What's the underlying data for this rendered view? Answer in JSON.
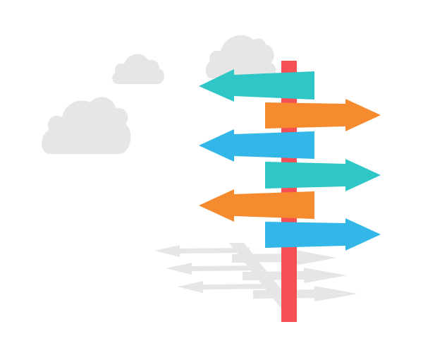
{
  "scene": {
    "subject": "signpost",
    "colors": {
      "background": "#ffffff",
      "cloud": "#e6e6e6",
      "post": "#f65055",
      "teal": "#2ec6c6",
      "orange": "#f58a2e",
      "blue": "#32b7e8",
      "shadow": "#e6e6e6"
    },
    "clouds": [
      {
        "name": "cloud-large-left"
      },
      {
        "name": "cloud-small-top"
      },
      {
        "name": "cloud-behind-post"
      }
    ],
    "arrows": [
      {
        "name": "arrow-1",
        "direction": "left",
        "color": "teal"
      },
      {
        "name": "arrow-2",
        "direction": "right",
        "color": "orange"
      },
      {
        "name": "arrow-3",
        "direction": "left",
        "color": "blue"
      },
      {
        "name": "arrow-4",
        "direction": "right",
        "color": "teal"
      },
      {
        "name": "arrow-5",
        "direction": "left",
        "color": "orange"
      },
      {
        "name": "arrow-6",
        "direction": "right",
        "color": "blue"
      }
    ]
  }
}
